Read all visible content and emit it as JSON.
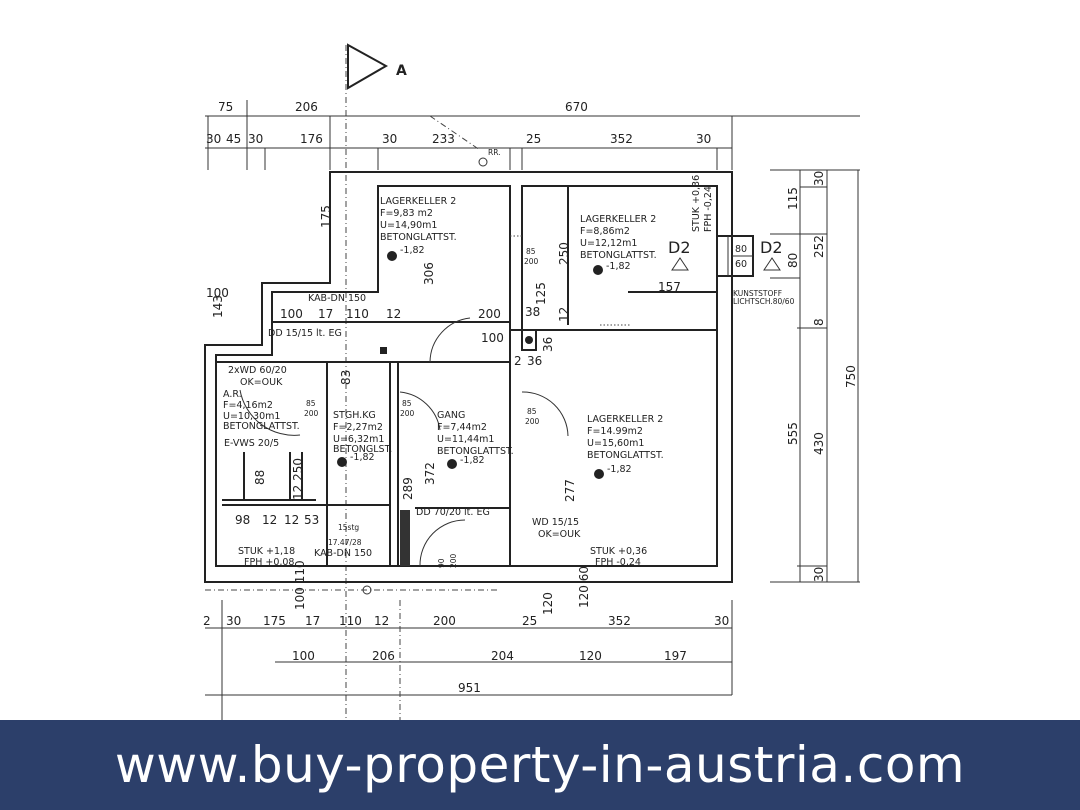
{
  "section_marker": "A",
  "section_marker_right": "D2",
  "dimensions_top": {
    "row1": [
      "75",
      "206",
      "670"
    ],
    "row2": [
      "30",
      "45",
      "30",
      "176",
      "30",
      "233",
      "25",
      "352",
      "30"
    ]
  },
  "dimensions_bottom": {
    "row1": [
      "2",
      "30",
      "175",
      "17",
      "110",
      "12",
      "200",
      "25",
      "120",
      "352",
      "30"
    ],
    "row2": [
      "100",
      "206",
      "204",
      "120",
      "197"
    ],
    "row3": [
      "951"
    ]
  },
  "dimensions_right": {
    "inner": [
      "115",
      "80",
      "8",
      "555"
    ],
    "middle": [
      "30",
      "252",
      "430",
      "30"
    ],
    "outer": [
      "750"
    ]
  },
  "dimensions_left": [
    "100",
    "143",
    "175"
  ],
  "rooms": [
    {
      "name": "LAGERKELLER 2",
      "area": "F=9,83 m2",
      "perimeter": "U=14,90m1",
      "floor": "BETONGLATTST.",
      "level": "-1,82"
    },
    {
      "name": "LAGERKELLER 2",
      "area": "F=8,86m2",
      "perimeter": "U=12,12m1",
      "floor": "BETONGLATTST.",
      "level": "-1,82"
    },
    {
      "name": "LAGERKELLER 2",
      "area": "F=14.99m2",
      "perimeter": "U=15,60m1",
      "floor": "BETONGLATTST.",
      "level": "-1,82"
    },
    {
      "name": "GANG",
      "area": "F=7,44m2",
      "perimeter": "U=11,44m1",
      "floor": "BETONGLATTST.",
      "level": "-1,82"
    },
    {
      "name": "STGH.KG",
      "area": "F=2,27m2",
      "perimeter": "U=6,32m1",
      "floor": "BETONGLST.",
      "level": "-1,82"
    },
    {
      "name": "A.R.",
      "area": "F=4,16m2",
      "perimeter": "U=10,30m1",
      "floor": "BETONGLATTST."
    }
  ],
  "annotations": {
    "kab_dn_top": "KAB-DN 150",
    "row_dims": [
      "100",
      "17",
      "110",
      "12",
      "200",
      "100"
    ],
    "dd_top": "DD 15/15 lt. EG",
    "wd_2x": "2xWD 60/20",
    "ok_ouk": "OK=OUK",
    "e_vws": "E-VWS 20/5",
    "stair_dims": [
      "98",
      "12",
      "12",
      "53"
    ],
    "stair_steps": "15stg",
    "stair_ratio": "17.47/28",
    "kab_dn_bottom": "KAB-DN 150",
    "stuk_left": "STUK +1,18",
    "fph_left": "FPH +0,08",
    "dd_bottom": "DD 70/20 lt. EG",
    "wd_15": "WD 15/15",
    "ok_ouk_2": "OK=OUK",
    "stuk_right": "STUK +0,36",
    "fph_right": "FPH -0,24",
    "stuk_top": "STUK +0,36",
    "fph_top": "FPH -0,24",
    "window_dims": [
      "80",
      "60"
    ],
    "kunststoff": "KUNSTSTOFF",
    "lichtsch": "LICHTSCH.80/60",
    "door_85": "85",
    "door_200": "200",
    "dim_306": "306",
    "dim_250": "250",
    "dim_125": "125",
    "dim_157": "157",
    "dim_38": "38",
    "dim_12": "12",
    "dim_36a": "36",
    "dim_36b": "36",
    "dim_2": "2",
    "dim_83": "83",
    "dim_372": "372",
    "dim_289": "289",
    "dim_277": "277",
    "dim_88": "88",
    "dim_12_250": "12 250",
    "dim_90": "90",
    "dim_120_vert": "120",
    "dim_120_60": "120 60",
    "dim_100_110": "100 110",
    "rr": "RR."
  },
  "banner": {
    "text": "www.buy-property-in-austria.com",
    "background": "#2c3f6a",
    "color": "#ffffff"
  }
}
